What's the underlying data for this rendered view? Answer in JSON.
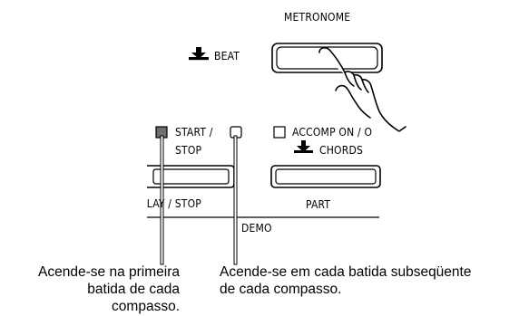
{
  "panel": {
    "metronome_label": "METRONOME",
    "beat_label": "BEAT",
    "start_stop_line1": "START /",
    "start_stop_line2": "STOP",
    "accomp_label": "ACCOMP ON / O",
    "chords_label": "CHORDS",
    "play_stop_label": "PLAY / STOP",
    "part_label": "PART",
    "demo_label": "DEMO"
  },
  "captions": {
    "left_line1": "Acende-se na primeira",
    "left_line2": "batida de cada",
    "left_line3": "compasso.",
    "right_line1": "Acende-se em cada batida subseqüente",
    "right_line2": "de cada compasso."
  },
  "colors": {
    "ink": "#000000",
    "lamp_on": "#6e6e6e",
    "background": "#ffffff"
  },
  "icons": {
    "beat_icon": "download-arrow-icon",
    "chords_icon": "download-arrow-icon",
    "hand_icon": "pointing-hand-icon"
  }
}
